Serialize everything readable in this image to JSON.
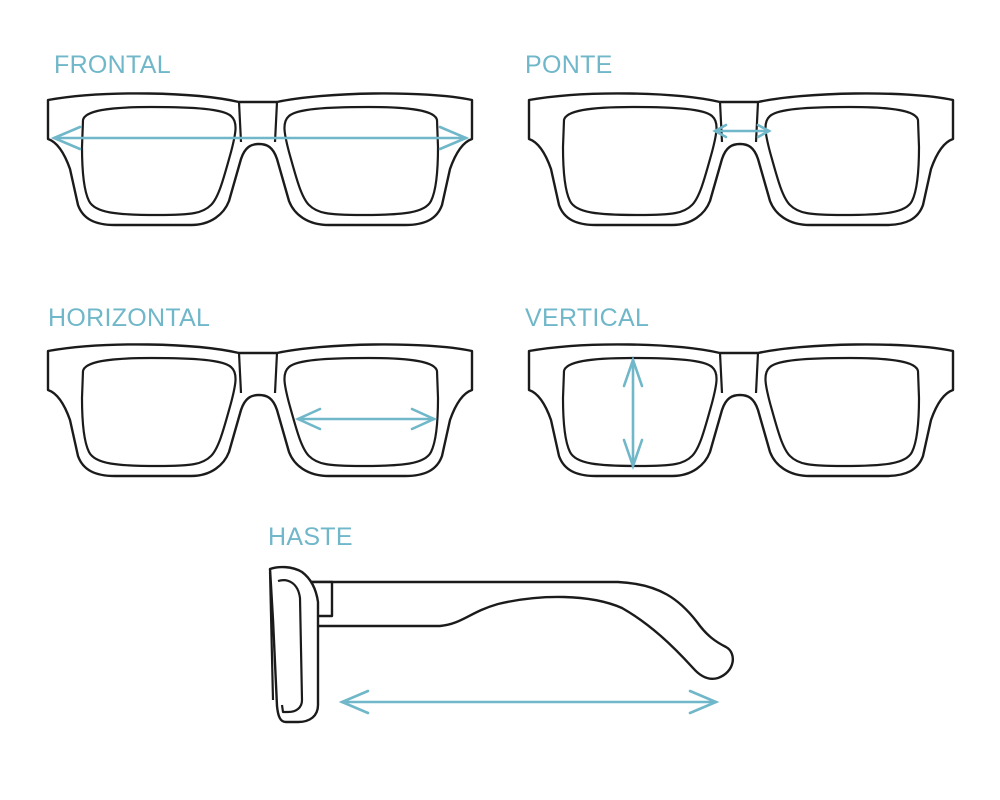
{
  "accent_color": "#6fb7c9",
  "line_color": "#1b1b1b",
  "labels": {
    "frontal": "FRONTAL",
    "ponte": "PONTE",
    "horizontal": "HORIZONTAL",
    "vertical": "VERTICAL",
    "haste": "HASTE"
  },
  "icons": {
    "front_view": "eyeglasses-front-icon",
    "side_view": "eyeglasses-side-icon",
    "measure": "double-arrow-icon"
  }
}
